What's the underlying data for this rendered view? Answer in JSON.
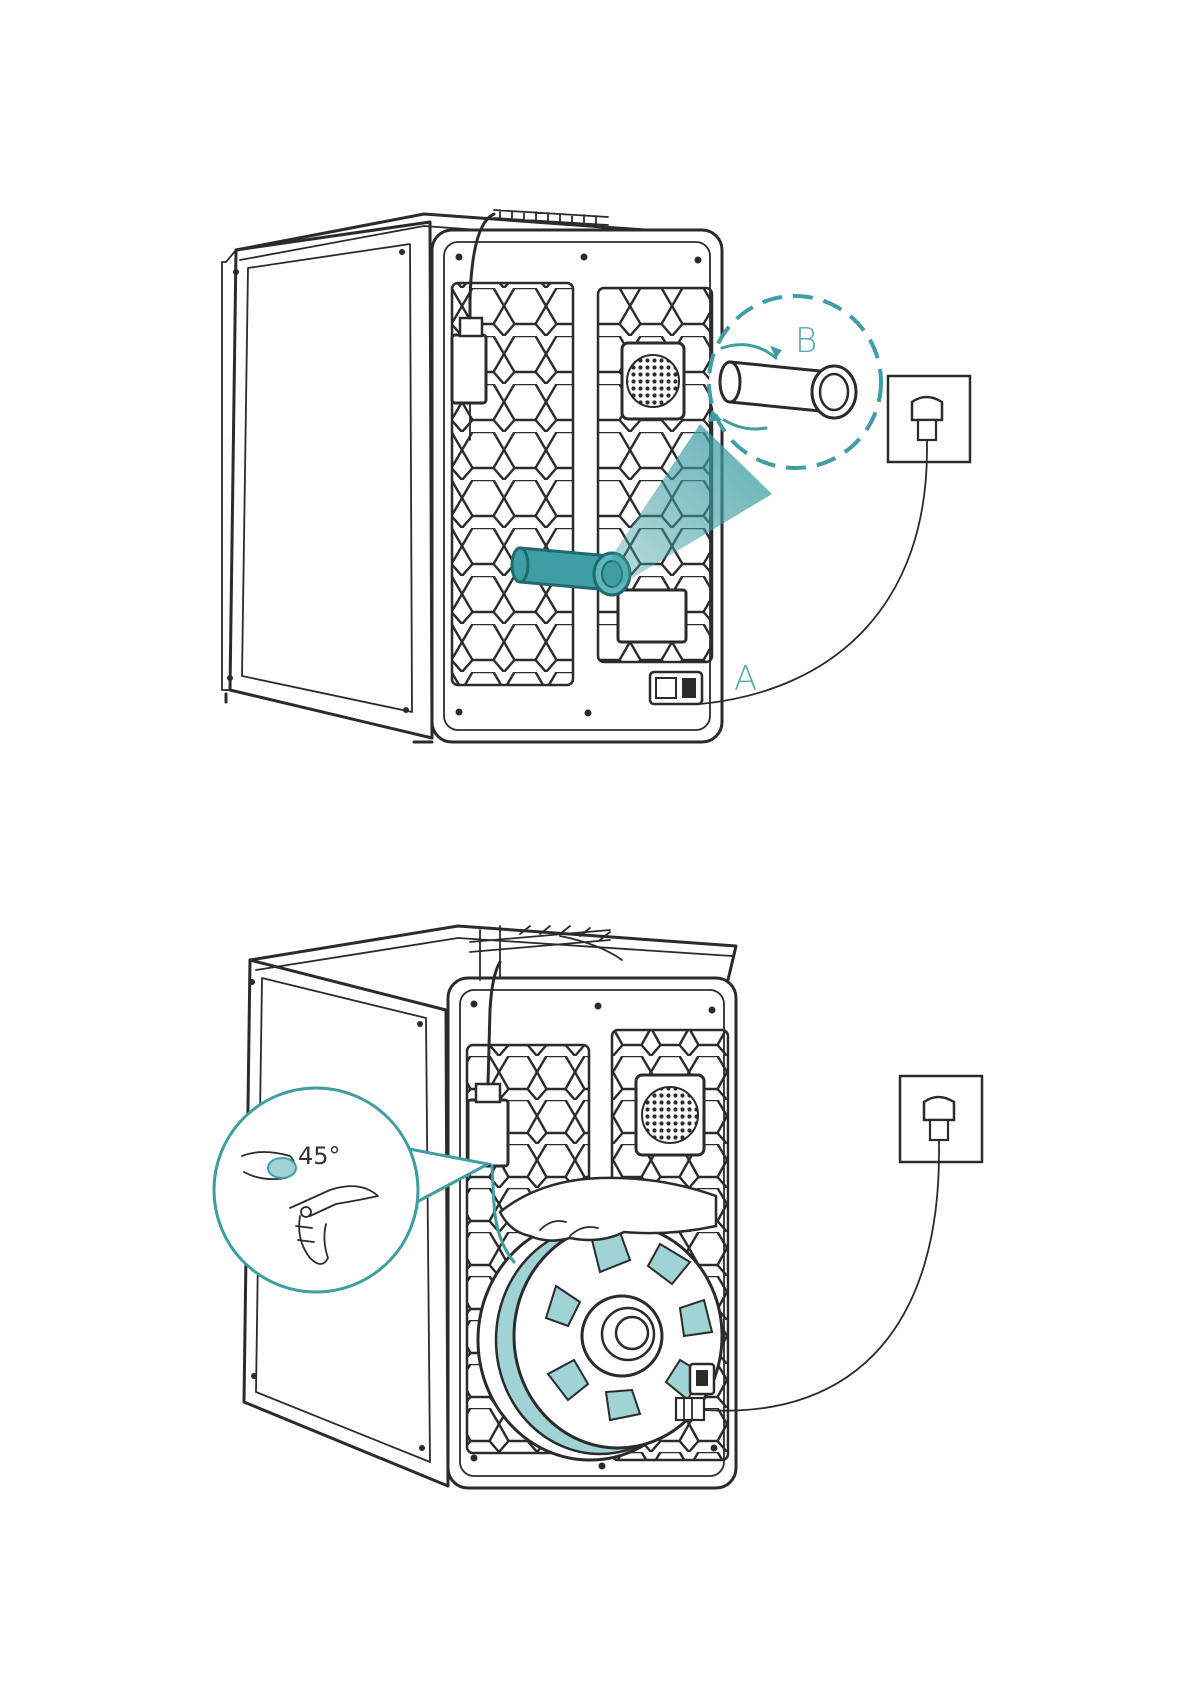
{
  "figure_1": {
    "callout_b_label": "B",
    "port_a_label": "A"
  },
  "figure_2": {
    "angle_label": "45°"
  },
  "colors": {
    "accent_teal": "#3f9ea3",
    "light_teal": "#9fd3d5",
    "line": "#2b2b2b",
    "background": "#ffffff"
  }
}
